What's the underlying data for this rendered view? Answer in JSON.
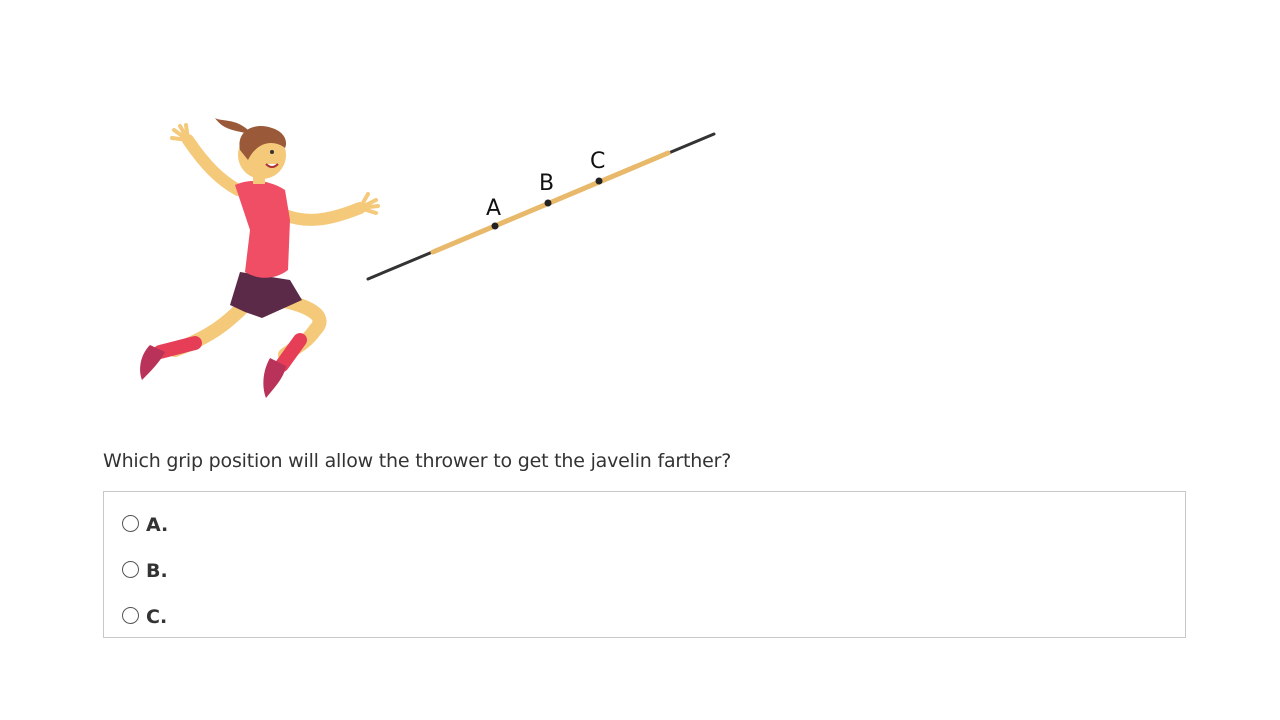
{
  "illustration": {
    "grip_points": [
      {
        "label": "A"
      },
      {
        "label": "B"
      },
      {
        "label": "C"
      }
    ]
  },
  "question": {
    "text": "Which grip position will allow the thrower to get the javelin farther?"
  },
  "choices": [
    {
      "label": "A.",
      "selected": false
    },
    {
      "label": "B.",
      "selected": false
    },
    {
      "label": "C.",
      "selected": false
    }
  ]
}
